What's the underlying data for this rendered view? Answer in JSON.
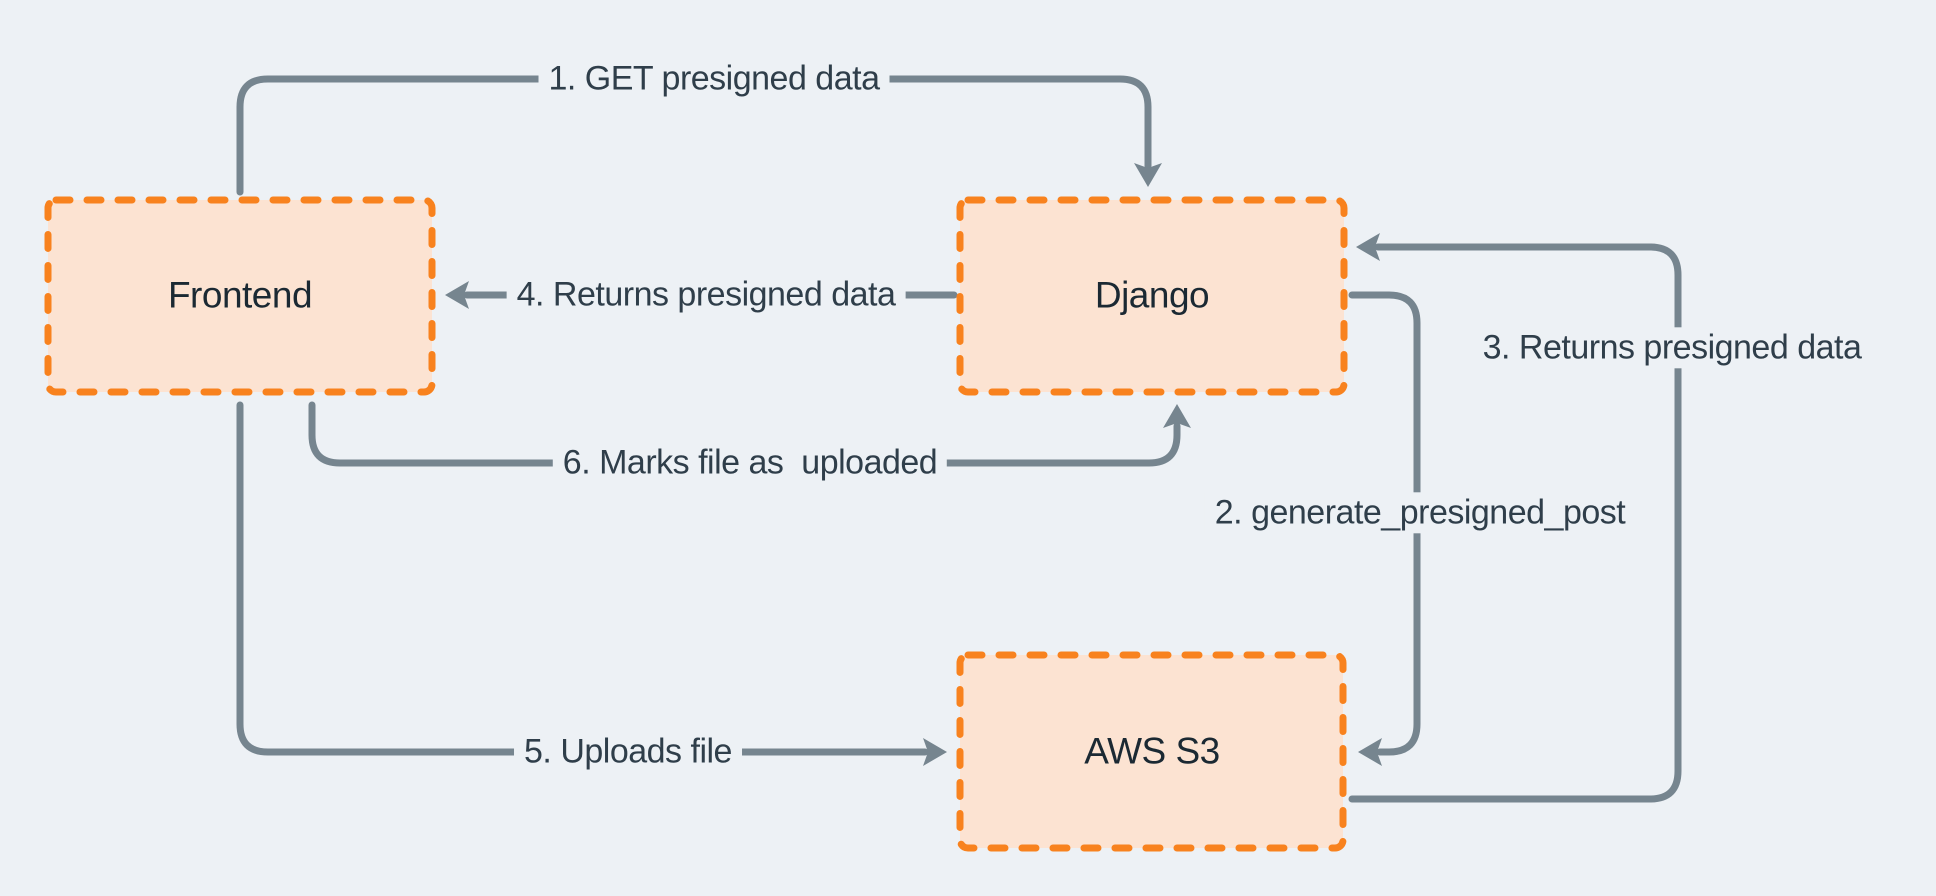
{
  "diagram": {
    "nodes": [
      {
        "label": "Frontend"
      },
      {
        "label": "Django"
      },
      {
        "label": "AWS S3"
      }
    ],
    "edges": [
      {
        "label": "1. GET presigned data"
      },
      {
        "label": "2. generate_presigned_post"
      },
      {
        "label": "3. Returns presigned data"
      },
      {
        "label": "4. Returns presigned data"
      },
      {
        "label": "5. Uploads file"
      },
      {
        "label": "6. Marks file as  uploaded"
      }
    ],
    "colors": {
      "background": "#edf1f5",
      "node-fill": "#fce3d2",
      "node-border": "#f8821e",
      "arrow": "#76858f",
      "edge-label-text": "#2f3e4a",
      "node-label-text": "#1b2933"
    }
  }
}
